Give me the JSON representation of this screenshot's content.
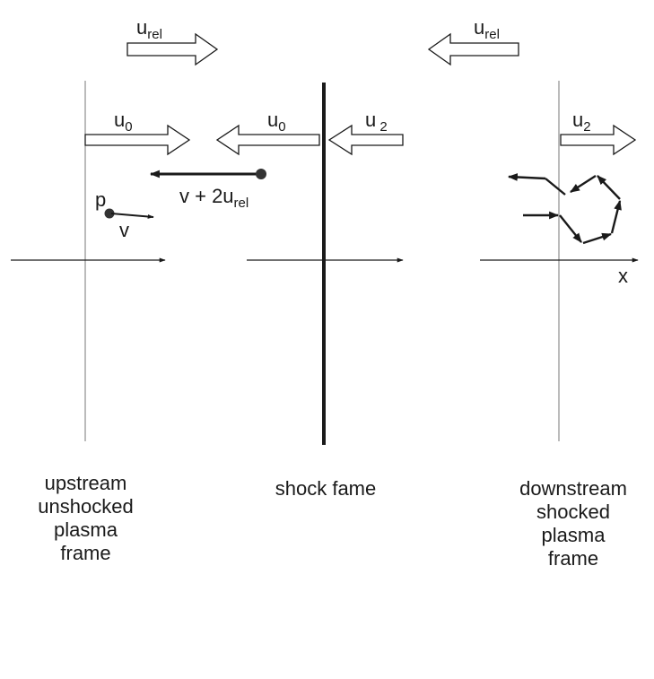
{
  "arrows": {
    "top_left": {
      "base": "u",
      "sub": "rel"
    },
    "top_right": {
      "base": "u",
      "sub": "rel"
    },
    "upstream_u0": {
      "base": "u",
      "sub": "0"
    },
    "shock_u0": {
      "base": "u",
      "sub": "0"
    },
    "shock_u2": {
      "base": "u",
      "sub": " 2"
    },
    "downstream_u2": {
      "base": "u",
      "sub": "2"
    }
  },
  "particle": {
    "point_label": "p",
    "velocity_label": "v",
    "reflected_base": "v + 2u",
    "reflected_sub": "rel"
  },
  "axis_label": "x",
  "captions": {
    "upstream": [
      "upstream",
      "unshocked",
      "plasma",
      "frame"
    ],
    "shock": [
      "shock fame"
    ],
    "downstream": [
      "downstream",
      "shocked",
      "plasma",
      "frame"
    ]
  },
  "colors": {
    "ink": "#1a1a1a",
    "thin_line": "#777777",
    "background": "#ffffff"
  }
}
